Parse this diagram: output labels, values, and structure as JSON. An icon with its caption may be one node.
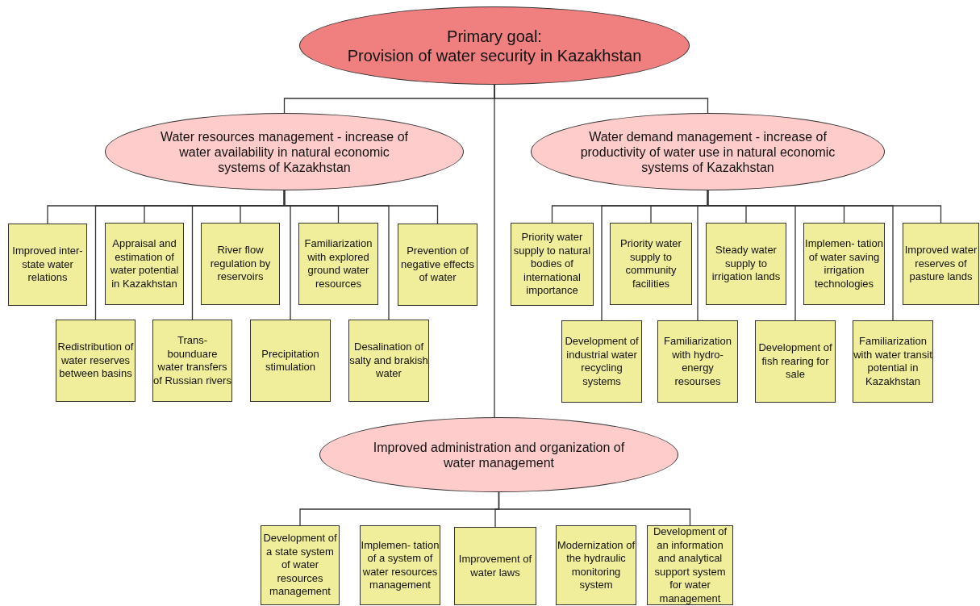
{
  "diagram": {
    "nodes": [
      {
        "text": [
          "Primary goal:",
          "Provision of water security in Kazakhstan"
        ]
      },
      {
        "text": [
          "Water resources management - increase of water availability in natural economic systems of Kazakhstan"
        ]
      },
      {
        "text": [
          "Water demand management - increase of productivity of water use in natural economic systems of Kazakhstan"
        ]
      },
      {
        "text": [
          "Improved inter-state water relations"
        ]
      },
      {
        "text": [
          "Appraisal and estimation of water potential in Kazakhstan"
        ]
      },
      {
        "text": [
          "River flow regulation by reservoirs"
        ]
      },
      {
        "text": [
          "Familiarization with explored ground water resources"
        ]
      },
      {
        "text": [
          "Prevention of negative effects of water"
        ]
      },
      {
        "text": [
          "Redistribution of water reserves between basins"
        ]
      },
      {
        "text": [
          "Trans- bounduare water transfers of Russian rivers"
        ]
      },
      {
        "text": [
          "Precipitation stimulation"
        ]
      },
      {
        "text": [
          "Desalination of salty and brakish water"
        ]
      },
      {
        "text": [
          "Priority water supply to natural bodies of international importance"
        ]
      },
      {
        "text": [
          "Priority water supply to community facilities"
        ]
      },
      {
        "text": [
          "Steady water supply to irrigation lands"
        ]
      },
      {
        "text": [
          "Implemen- tation of water saving irrigation technologies"
        ]
      },
      {
        "text": [
          "Improved water reserves of pasture lands"
        ]
      },
      {
        "text": [
          "Development of industrial water recycling systems"
        ]
      },
      {
        "text": [
          "Familiarization with hydro- energy resourses"
        ]
      },
      {
        "text": [
          "Development of fish rearing for sale"
        ]
      },
      {
        "text": [
          "Familiarization with water transit potential in Kazakhstan"
        ]
      },
      {
        "text": [
          "Improved administration and organization of water management"
        ]
      },
      {
        "text": [
          "Development of a state system of water resources management"
        ]
      },
      {
        "text": [
          "Implemen- tation of a system of water resources management"
        ]
      },
      {
        "text": [
          "Improvement of water laws"
        ]
      },
      {
        "text": [
          "Modernization of the hydraulic monitoring system"
        ]
      },
      {
        "text": [
          "Development of an information and analytical support system for water management"
        ]
      }
    ],
    "edges": [
      {
        "from": 0,
        "to": 1,
        "arrow": "none"
      },
      {
        "from": 0,
        "to": 2,
        "arrow": "none"
      },
      {
        "from": 0,
        "to": 21,
        "arrow": "none"
      },
      {
        "from": 1,
        "to": 3,
        "arrow": "none"
      },
      {
        "from": 1,
        "to": 4,
        "arrow": "none"
      },
      {
        "from": 1,
        "to": 5,
        "arrow": "none"
      },
      {
        "from": 1,
        "to": 6,
        "arrow": "none"
      },
      {
        "from": 1,
        "to": 7,
        "arrow": "none"
      },
      {
        "from": 1,
        "to": 8,
        "arrow": "none"
      },
      {
        "from": 1,
        "to": 9,
        "arrow": "none"
      },
      {
        "from": 1,
        "to": 10,
        "arrow": "none"
      },
      {
        "from": 1,
        "to": 11,
        "arrow": "none"
      },
      {
        "from": 2,
        "to": 12,
        "arrow": "none"
      },
      {
        "from": 2,
        "to": 13,
        "arrow": "none"
      },
      {
        "from": 2,
        "to": 14,
        "arrow": "none"
      },
      {
        "from": 2,
        "to": 15,
        "arrow": "none"
      },
      {
        "from": 2,
        "to": 16,
        "arrow": "none"
      },
      {
        "from": 2,
        "to": 17,
        "arrow": "none"
      },
      {
        "from": 2,
        "to": 18,
        "arrow": "none"
      },
      {
        "from": 2,
        "to": 19,
        "arrow": "none"
      },
      {
        "from": 2,
        "to": 20,
        "arrow": "none"
      },
      {
        "from": 21,
        "to": 22,
        "arrow": "none"
      },
      {
        "from": 21,
        "to": 24,
        "arrow": "none"
      },
      {
        "from": 21,
        "to": 26,
        "arrow": "none"
      }
    ]
  }
}
